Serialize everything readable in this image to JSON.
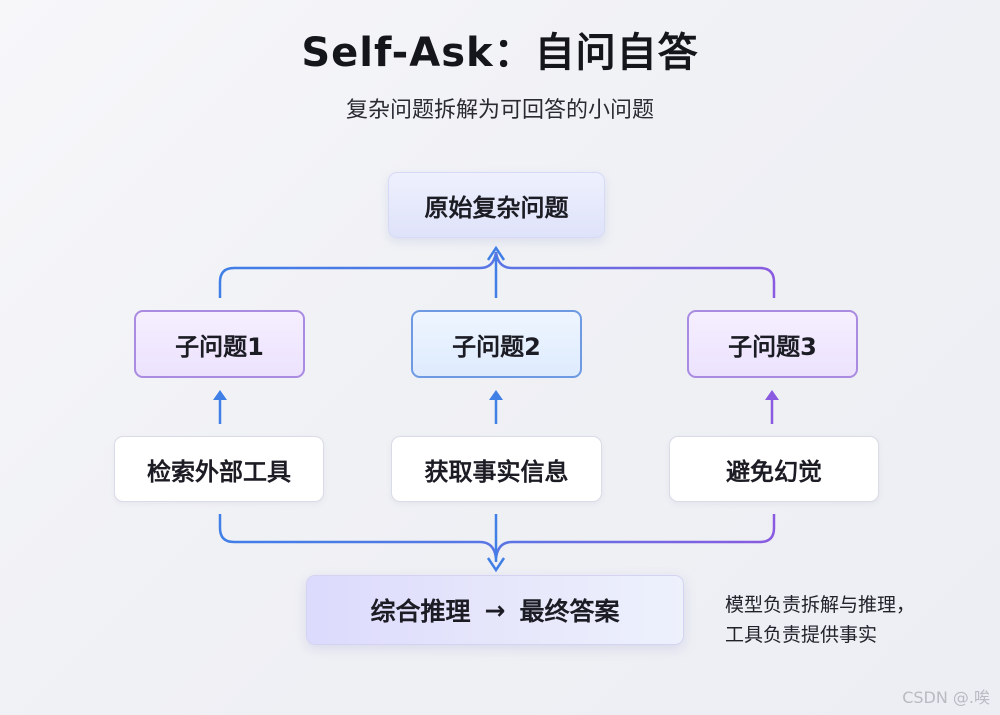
{
  "header": {
    "title": "Self-Ask：自问自答",
    "subtitle": "复杂问题拆解为可回答的小问题"
  },
  "root": {
    "label": "原始复杂问题"
  },
  "sub_questions": [
    {
      "label": "子问题1"
    },
    {
      "label": "子问题2"
    },
    {
      "label": "子问题3"
    }
  ],
  "actions": [
    {
      "label": "检索外部工具"
    },
    {
      "label": "获取事实信息"
    },
    {
      "label": "避免幻觉"
    }
  ],
  "final": {
    "left": "综合推理",
    "arrow": "→",
    "right": "最终答案"
  },
  "note": {
    "line1": "模型负责拆解与推理，",
    "line2": "工具负责提供事实"
  },
  "watermark": "CSDN @.唉",
  "colors": {
    "blue": "#3f7fe6",
    "purple": "#8a5be0",
    "sub_purple_border": "#a98be2",
    "sub_blue_border": "#6e9ae3"
  }
}
